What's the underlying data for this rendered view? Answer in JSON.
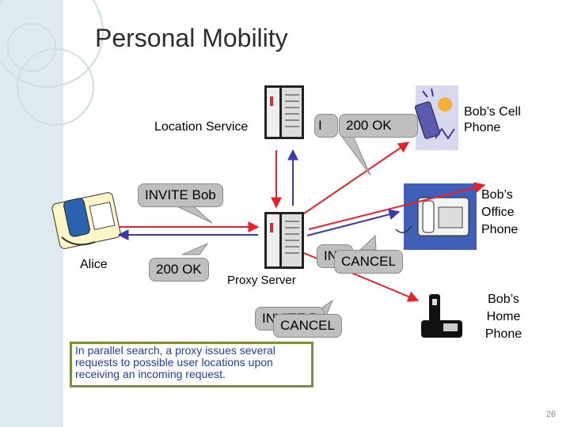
{
  "title": "Personal Mobility",
  "labels": {
    "location_service": "Location Service",
    "proxy_server": "Proxy Server",
    "alice": "Alice",
    "bob_cell": "Bob’s Cell Phone",
    "bob_office": "Bob’s Office Phone",
    "bob_home": "Bob’s Home Phone"
  },
  "callouts": {
    "invite_top_partial": "I",
    "ok_top": "200 OK",
    "invite_bob": "INVITE Bob",
    "ok_alice": "200 OK",
    "invite_office_partial": "IN",
    "cancel_office": "CANCEL",
    "invite_home_partial": "INVITE B",
    "cancel_home": "CANCEL"
  },
  "note": "In parallel search, a proxy issues several requests to possible user locations upon receiving an incoming request.",
  "page_number": "26",
  "colors": {
    "red_arrow": "#e8202a",
    "blue_arrow": "#3a3aa8",
    "sidebar": "#dfeaf0",
    "note_border": "#7a8f3a",
    "note_text": "#1f3f9f"
  },
  "icons": [
    "server-icon",
    "telephone-icon",
    "cell-phone-icon",
    "office-phone-icon",
    "home-phone-icon"
  ]
}
